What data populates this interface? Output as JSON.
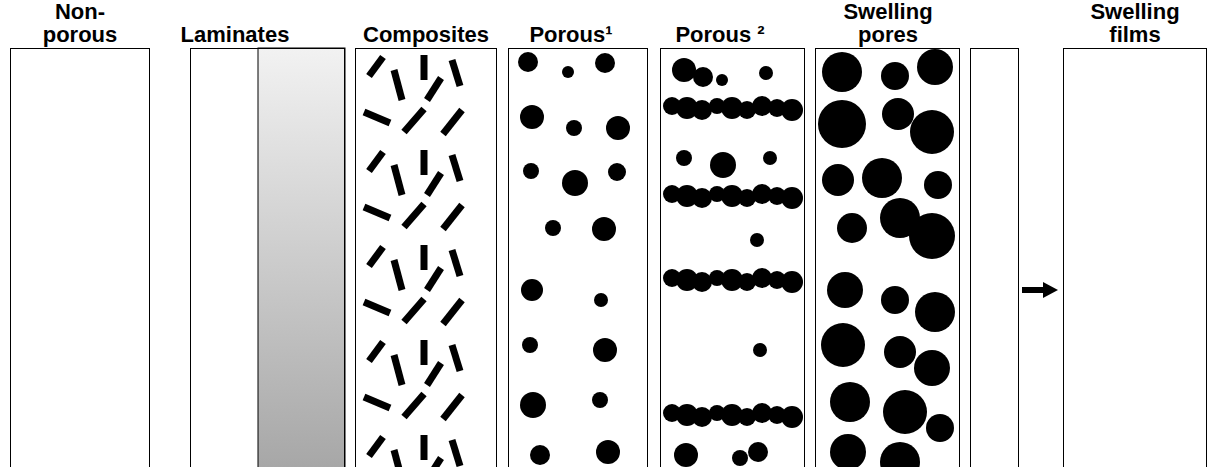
{
  "diagram": {
    "nodes": [
      {
        "text": [
          "Non- porous"
        ]
      },
      {
        "text": [
          "Laminates"
        ]
      },
      {
        "text": [
          "Composites"
        ]
      },
      {
        "text": [
          "Porous¹"
        ]
      },
      {
        "text": [
          "Porous ²"
        ]
      },
      {
        "text": [
          "Swelling pores"
        ]
      },
      {
        "text": [
          "Swelling films"
        ]
      }
    ]
  }
}
